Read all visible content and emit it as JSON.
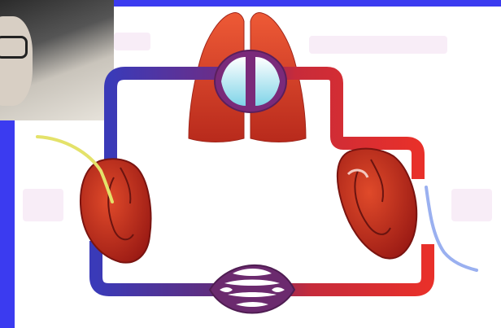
{
  "slide": {
    "background_color": "#3b3bf0",
    "content_background": "#ffffff"
  },
  "diagram": {
    "kind": "circulation-loop",
    "components": [
      "lungs",
      "pulmonary-capillary-bed",
      "left-heart",
      "right-heart",
      "systemic-capillary-bed",
      "oxygenated-vessel",
      "deoxygenated-vessel",
      "yellow-catheter",
      "blue-catheter"
    ],
    "colors": {
      "oxygenated": "#e8302a",
      "deoxygenated": "#3a3ab8",
      "capillary": "#6b2a6e",
      "heart": "#b8241c",
      "lung": "#d8452a",
      "yellow_catheter": "#e4e26a",
      "blue_catheter": "#9ab0f0"
    }
  }
}
